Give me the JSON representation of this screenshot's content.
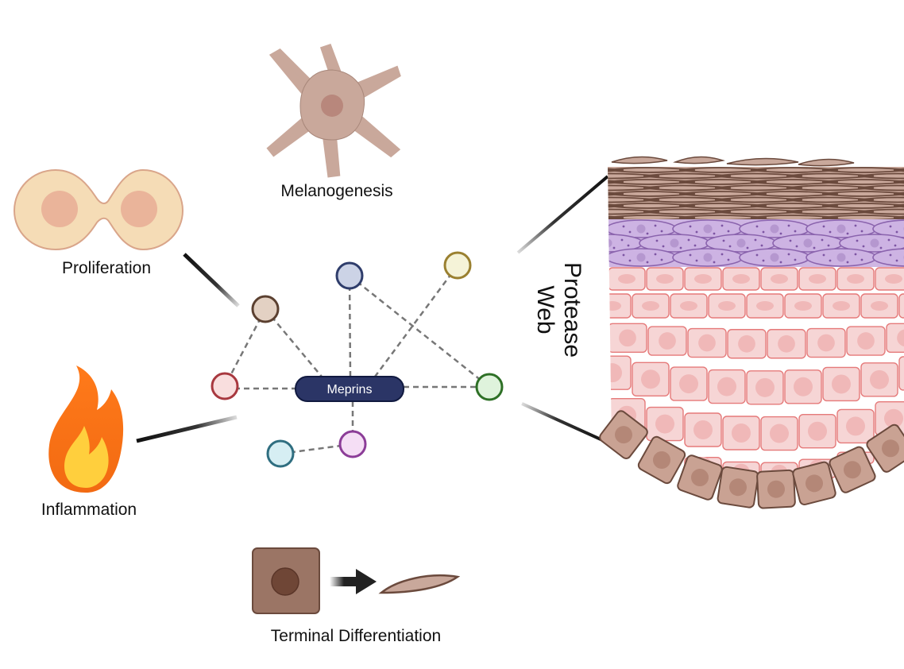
{
  "center": {
    "label": "Meprins",
    "color": "#2b3566"
  },
  "processes": {
    "melanogenesis": "Melanogenesis",
    "proliferation": "Proliferation",
    "inflammation": "Inflammation",
    "terminal_differentiation": "Terminal Differentiation"
  },
  "skin_section": {
    "title_line1": "Protease",
    "title_line2": "Web"
  },
  "nodes": [
    {
      "name": "brown",
      "fill": "#e3d1c3",
      "stroke": "#5b4030"
    },
    {
      "name": "red",
      "fill": "#f9dede",
      "stroke": "#a8383f"
    },
    {
      "name": "navy",
      "fill": "#ccd3e6",
      "stroke": "#2f3d6b"
    },
    {
      "name": "yellow",
      "fill": "#f5f3d8",
      "stroke": "#9a8030"
    },
    {
      "name": "green",
      "fill": "#dff3dc",
      "stroke": "#2e7026"
    },
    {
      "name": "purple",
      "fill": "#f5def5",
      "stroke": "#8c3d98"
    },
    {
      "name": "teal",
      "fill": "#d6eef3",
      "stroke": "#2f6e80"
    }
  ]
}
